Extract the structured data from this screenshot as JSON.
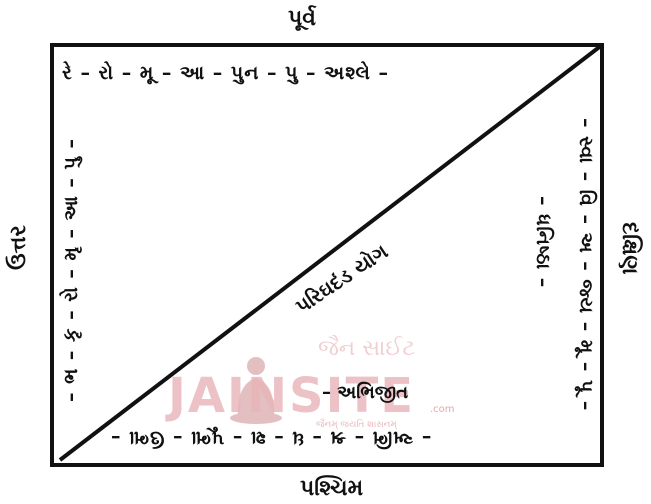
{
  "directions": {
    "east": "પૂર્વ",
    "west": "પશ્ચિમ",
    "north": "ઉત્તર",
    "south": "દક્ષિણ"
  },
  "sequences": {
    "top": "રે – રો – મૂ – આ – પુન – પુ – અશ્લે –",
    "right": "– સ્વા – વિ – અ – જ્ય – મૂ – પૂ –",
    "right_b": "– ધનિષ્ઠા –",
    "bottom": "– અભિ – શ્ર – ધ – શ – પૂભા – ઉભા –",
    "left": "– ભ – કૃ – રો – મૃ – આ – પુ –"
  },
  "diagonal_label": "પરિઘદંડ યોગ",
  "center_label": "– અભિજીત",
  "watermark": {
    "main": "JAINSITE",
    "top": "જૈન સાઈટ",
    "sub": "જૈનમ્ જયતિ શાસનમ્",
    "domain": ".com",
    "color": "#e8b4b8"
  },
  "icons": {
    "watermark_figure": "seated-jina-figure-icon"
  }
}
